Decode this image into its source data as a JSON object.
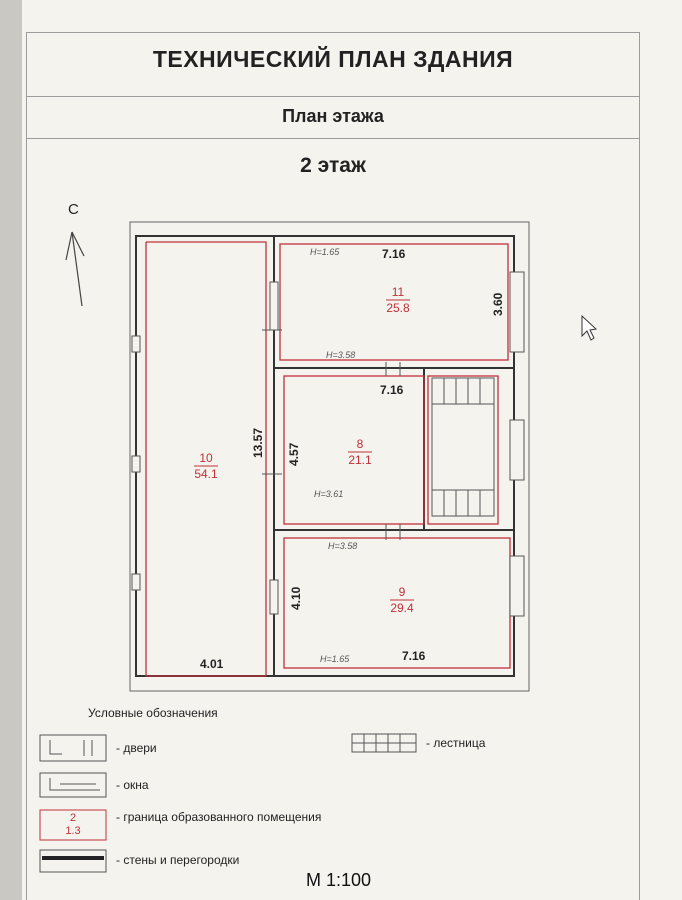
{
  "header": {
    "title": "ТЕХНИЧЕСКИЙ ПЛАН ЗДАНИЯ",
    "subtitle": "План этажа",
    "floor": "2 этаж"
  },
  "compass": {
    "label": "С"
  },
  "rooms": [
    {
      "number": "10",
      "area": "54.1"
    },
    {
      "number": "11",
      "area": "25.8"
    },
    {
      "number": "8",
      "area": "21.1"
    },
    {
      "number": "9",
      "area": "29.4"
    }
  ],
  "dimensions": {
    "room11_width": "7.16",
    "room11_depth": "3.60",
    "room8_width": "7.16",
    "room8_depth": "4.57",
    "room9_width": "7.16",
    "room9_depth": "4.10",
    "room10_length": "13.57",
    "room10_width": "4.01"
  },
  "heights": {
    "h11_top": "H=1.65",
    "h11_bottom": "H=3.58",
    "h8": "H=3.61",
    "h9_top": "H=3.58",
    "h9_bottom": "H=1.65"
  },
  "legend": {
    "heading": "Условные обозначения",
    "doors": "- двери",
    "windows": "- окна",
    "room_boundary": "- граница образованного помещения",
    "walls": "- стены и перегородки",
    "stairs": "- лестница",
    "sample_number": "2",
    "sample_area": "1.3"
  },
  "scale": "М 1:100",
  "colors": {
    "room_boundary": "#c0303a",
    "wall": "#333333",
    "label": "#c0303a"
  }
}
